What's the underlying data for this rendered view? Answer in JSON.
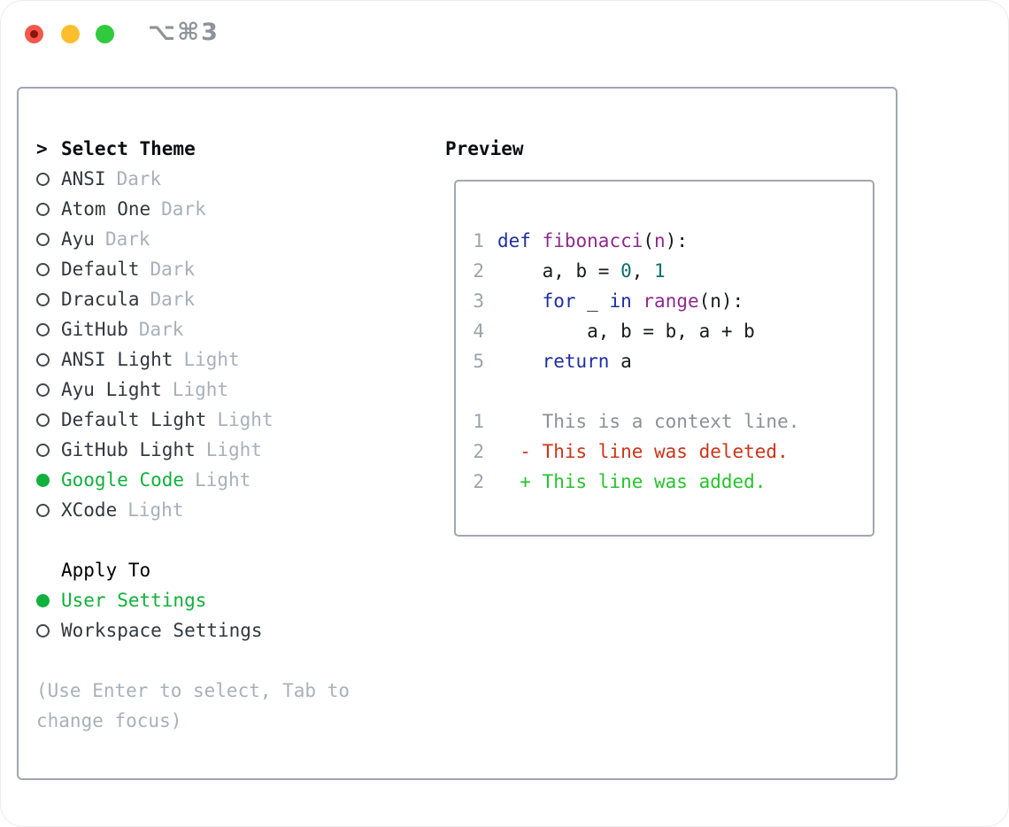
{
  "window": {
    "title": "⌥⌘3",
    "traffic_lights": [
      "close",
      "minimize",
      "zoom"
    ]
  },
  "colors": {
    "accent_green": "#12b03c",
    "code": {
      "kwd": "#1e2f9e",
      "typ": "#8c2b8c",
      "lit": "#0c6f6f",
      "pln": "#16191d",
      "num": "#9ba3ae",
      "ctx": "#8b9198",
      "del": "#cc3419",
      "add": "#27c32f"
    }
  },
  "theme_picker": {
    "focus_indicator": ">",
    "header": "Select Theme",
    "items": [
      {
        "name": "ANSI",
        "variant": "Dark",
        "selected": false
      },
      {
        "name": "Atom One",
        "variant": "Dark",
        "selected": false
      },
      {
        "name": "Ayu",
        "variant": "Dark",
        "selected": false
      },
      {
        "name": "Default",
        "variant": "Dark",
        "selected": false
      },
      {
        "name": "Dracula",
        "variant": "Dark",
        "selected": false
      },
      {
        "name": "GitHub",
        "variant": "Dark",
        "selected": false
      },
      {
        "name": "ANSI Light",
        "variant": "Light",
        "selected": false
      },
      {
        "name": "Ayu Light",
        "variant": "Light",
        "selected": false
      },
      {
        "name": "Default Light",
        "variant": "Light",
        "selected": false
      },
      {
        "name": "GitHub Light",
        "variant": "Light",
        "selected": false
      },
      {
        "name": "Google Code",
        "variant": "Light",
        "selected": true
      },
      {
        "name": "XCode",
        "variant": "Light",
        "selected": false
      }
    ]
  },
  "apply_to": {
    "header": "Apply To",
    "options": [
      {
        "name": "User Settings",
        "selected": true
      },
      {
        "name": "Workspace Settings",
        "selected": false
      }
    ]
  },
  "hint": {
    "line1": "(Use Enter to select, Tab to",
    "line2": "change focus)"
  },
  "preview": {
    "header": "Preview",
    "code_lines": [
      {
        "num": "1",
        "tokens": [
          [
            "kwd",
            "def"
          ],
          [
            "pln",
            " "
          ],
          [
            "typ",
            "fibonacci"
          ],
          [
            "pln",
            "("
          ],
          [
            "typ",
            "n"
          ],
          [
            "pln",
            "):"
          ]
        ]
      },
      {
        "num": "2",
        "tokens": [
          [
            "pln",
            "    a, b = "
          ],
          [
            "lit",
            "0"
          ],
          [
            "pln",
            ", "
          ],
          [
            "lit",
            "1"
          ]
        ]
      },
      {
        "num": "3",
        "tokens": [
          [
            "pln",
            "    "
          ],
          [
            "kwd",
            "for"
          ],
          [
            "pln",
            " _ "
          ],
          [
            "kwd",
            "in"
          ],
          [
            "pln",
            " "
          ],
          [
            "typ",
            "range"
          ],
          [
            "pln",
            "(n):"
          ]
        ]
      },
      {
        "num": "4",
        "tokens": [
          [
            "pln",
            "        a, b = b, a + b"
          ]
        ]
      },
      {
        "num": "5",
        "tokens": [
          [
            "pln",
            "    "
          ],
          [
            "kwd",
            "return"
          ],
          [
            "pln",
            " a"
          ]
        ]
      }
    ],
    "diff_lines": [
      {
        "num": "1",
        "kind": "ctx",
        "text": "    This is a context line."
      },
      {
        "num": "2",
        "kind": "del",
        "text": "  - This line was deleted."
      },
      {
        "num": "2",
        "kind": "add",
        "text": "  + This line was added."
      }
    ]
  }
}
